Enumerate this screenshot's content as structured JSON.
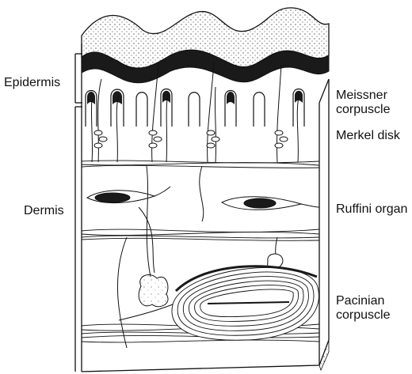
{
  "labels": {
    "epidermis": "Epidermis",
    "dermis": "Dermis",
    "meissner_line1": "Meissner",
    "meissner_line2": "corpuscle",
    "merkel": "Merkel disk",
    "ruffini": "Ruffini organ",
    "pacinian_line1": "Pacinian",
    "pacinian_line2": "corpuscle"
  },
  "colors": {
    "ink": "#111111",
    "paper": "#ffffff",
    "shade": "#2a2a2a"
  }
}
